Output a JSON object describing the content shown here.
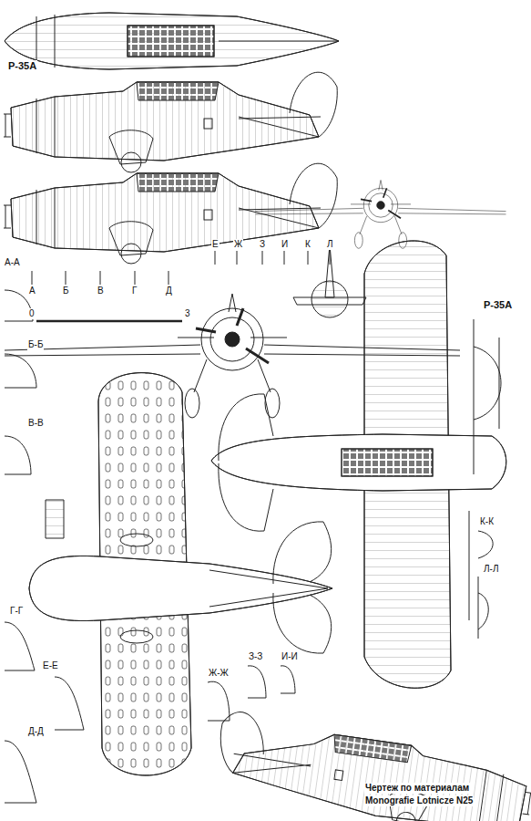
{
  "diagram": {
    "labels": [
      "P-35A",
      "А-А",
      "А",
      "Б",
      "В",
      "Г",
      "Д",
      "Е",
      "Ж",
      "З",
      "И",
      "К",
      "Л",
      "0",
      "3",
      "Б-Б",
      "В-В",
      "Г-Г",
      "Е-Е",
      "Д-Д",
      "Ж-Ж",
      "З-З",
      "И-И",
      "P-35A",
      "К-К",
      "Л-Л",
      "Чертеж по материалам",
      "Monografie Lotnicze N25"
    ]
  }
}
